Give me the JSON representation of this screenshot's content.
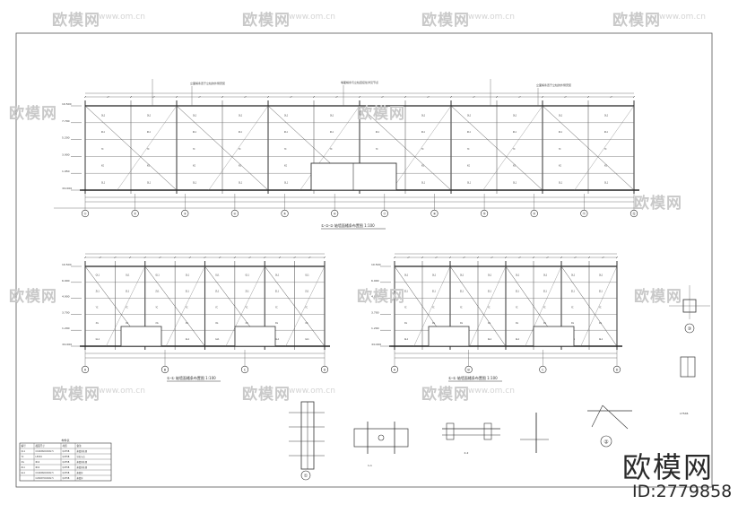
{
  "sheet": {
    "elevation_titles": [
      "①-②-② 轴墙面橘条布置图 1:100",
      "①-① 轴墙面橘条布置图 1:100",
      "①-① 轴墙面橘条布置图 1:100"
    ],
    "elev_levels": [
      "10.500",
      "7.700",
      "5.200",
      "3.900",
      "1.950",
      "±0.000"
    ],
    "elev_small_levels": [
      "10.500",
      "6.900",
      "4.900",
      "3.700",
      "1.200",
      "±0.000"
    ],
    "member_labels": [
      "QL1",
      "ZL1",
      "YC",
      "XG",
      "GL1"
    ],
    "main_axis_labels": [
      "①",
      "②",
      "③",
      "④",
      "⑤",
      "⑥",
      "⑦",
      "⑧",
      "⑨",
      "⑩",
      "⑪",
      "⑫"
    ],
    "left_axis_labels": [
      "A",
      "B",
      "C",
      "D"
    ],
    "right_axis_labels": [
      "A",
      "B",
      "C",
      "D"
    ],
    "detail_numbers": [
      "①",
      "②",
      "③"
    ],
    "callout_main": [
      "立面橘条置于立柱的外侧安装",
      "墙面橘条与立柱连接处详见节点",
      "立面橘条置于立柱的外侧安装"
    ],
    "section_labels": [
      "1-1",
      "2-2",
      "L75X6"
    ],
    "table": {
      "title": "构件表",
      "headers": [
        "编号",
        "截面尺寸",
        "材质",
        "备注"
      ],
      "rows": [
        [
          "QL1",
          "C160X60X20X2.5",
          "Q235B",
          "热镀锌处理"
        ],
        [
          "YC",
          "L50X4",
          "Q235B",
          "详见节点"
        ],
        [
          "XG",
          "Φ12",
          "Q235B",
          "热镀锌处理"
        ],
        [
          "ZL1",
          "Φ12",
          "Q235B",
          "热镀锌处理"
        ],
        [
          "GL1",
          "C160X60X20X2.5",
          "Q235B",
          "热镀锌"
        ],
        [
          "",
          "C200X70X20X2.5",
          "Q235B",
          "热镀锌"
        ]
      ]
    }
  },
  "watermark": {
    "brand": "欧模网",
    "url": "www.om.cn"
  },
  "branding": {
    "name": "欧模网",
    "id_text": "ID:2779858"
  }
}
